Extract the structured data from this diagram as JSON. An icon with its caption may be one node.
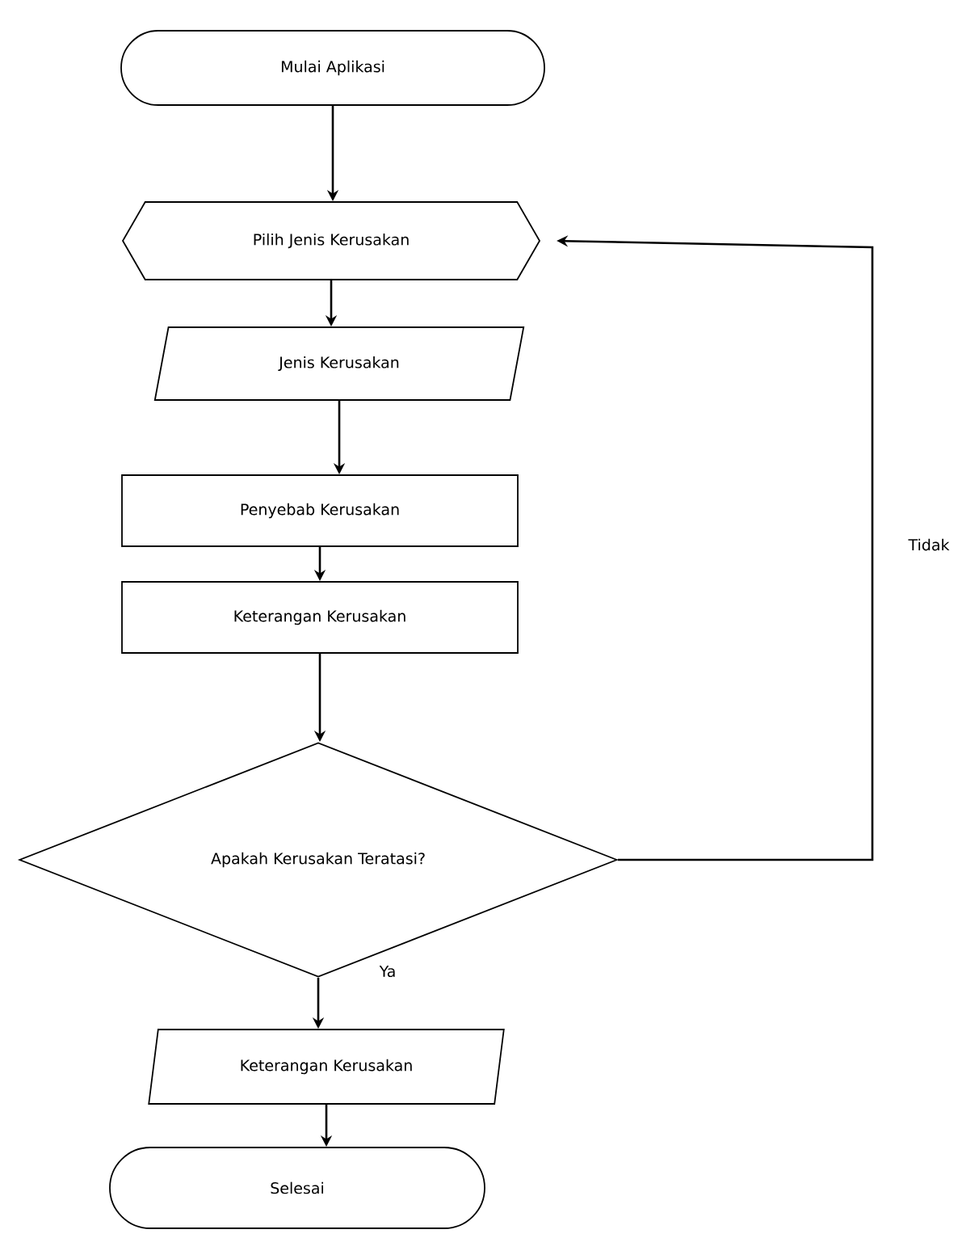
{
  "diagram": {
    "nodes": [
      {
        "text": [
          "Mulai Aplikasi"
        ]
      },
      {
        "text": [
          "Pilih Jenis Kerusakan"
        ]
      },
      {
        "text": [
          "Jenis Kerusakan"
        ]
      },
      {
        "text": [
          "Penyebab Kerusakan"
        ]
      },
      {
        "text": [
          "Keterangan Kerusakan"
        ]
      },
      {
        "text": [
          "Apakah Kerusakan Teratasi?"
        ]
      },
      {
        "text": [
          "Keterangan Kerusakan"
        ]
      },
      {
        "text": [
          "Selesai"
        ]
      }
    ],
    "edges": [
      {
        "from": 0,
        "to": 1,
        "arrow": "to"
      },
      {
        "from": 1,
        "to": 2,
        "arrow": "to"
      },
      {
        "from": 2,
        "to": 3,
        "arrow": "to"
      },
      {
        "from": 3,
        "to": 4,
        "arrow": "to"
      },
      {
        "from": 4,
        "to": 5,
        "arrow": "to"
      },
      {
        "from": 5,
        "to": 6,
        "arrow": "to",
        "label": "Ya"
      },
      {
        "from": 6,
        "to": 7,
        "arrow": "to"
      },
      {
        "from": 5,
        "to": 1,
        "arrow": "to",
        "label": "Tidak"
      }
    ]
  }
}
